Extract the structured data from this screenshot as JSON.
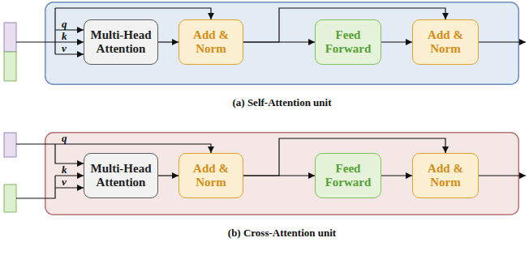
{
  "diagram": {
    "nodes": [
      {
        "text": [
          "(a) Self-Attention unit"
        ]
      },
      {
        "text": [
          "Multi-Head Attention"
        ],
        "in": 0
      },
      {
        "text": [
          "Add & Norm"
        ],
        "in": 0
      },
      {
        "text": [
          "Feed Forward"
        ],
        "in": 0
      },
      {
        "text": [
          "Add & Norm"
        ],
        "in": 0
      },
      {
        "text": [
          "(b) Cross-Attention unit"
        ]
      },
      {
        "text": [
          "Multi-Head Attention"
        ],
        "in": 5
      },
      {
        "text": [
          "Add & Norm"
        ],
        "in": 5
      },
      {
        "text": [
          "Feed Forward"
        ],
        "in": 5
      },
      {
        "text": [
          "Add & Norm"
        ],
        "in": 5
      }
    ],
    "edges": [
      {
        "from": 1,
        "to": 2,
        "arrow": "to"
      },
      {
        "from": 2,
        "to": 3,
        "arrow": "to"
      },
      {
        "from": 3,
        "to": 4,
        "arrow": "to"
      },
      {
        "from": 2,
        "to": 4,
        "arrow": "to"
      },
      {
        "from": 6,
        "to": 7,
        "arrow": "to"
      },
      {
        "from": 7,
        "to": 8,
        "arrow": "to"
      },
      {
        "from": 8,
        "to": 9,
        "arrow": "to"
      },
      {
        "from": 7,
        "to": 9,
        "arrow": "to"
      }
    ],
    "labels": [
      "q",
      "k",
      "v",
      "q",
      "k",
      "v"
    ]
  }
}
